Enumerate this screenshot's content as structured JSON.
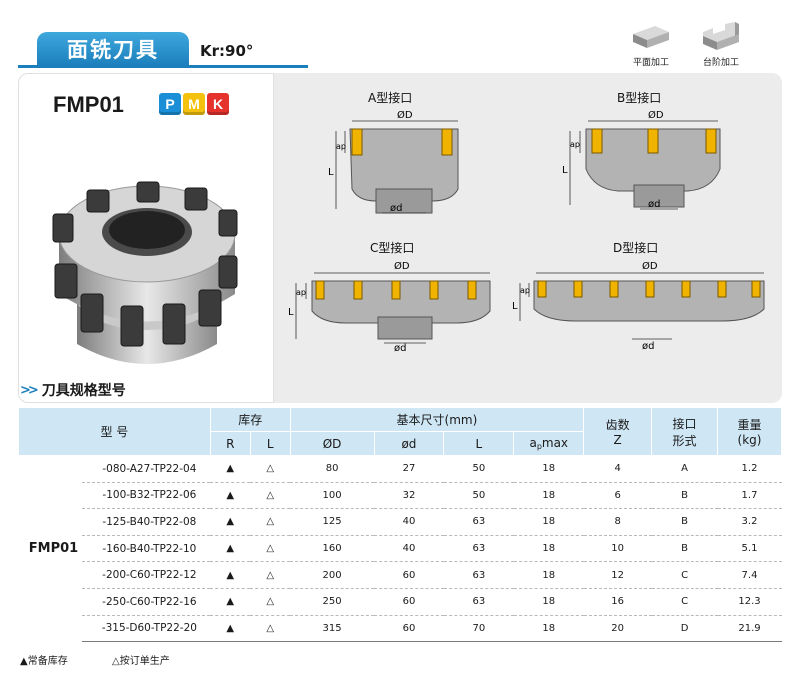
{
  "header": {
    "title": "面铣刀具",
    "kr": "Kr:90°",
    "operations": [
      {
        "label": "平面加工",
        "icon": "face-milling-icon"
      },
      {
        "label": "台阶加工",
        "icon": "shoulder-milling-icon"
      }
    ]
  },
  "product": {
    "model": "FMP01",
    "grades": [
      {
        "letter": "P",
        "color": "#1a8fd8"
      },
      {
        "letter": "M",
        "color": "#f4c20d"
      },
      {
        "letter": "K",
        "color": "#e5322d"
      }
    ]
  },
  "diagrams": {
    "a": {
      "title": "A型接口"
    },
    "b": {
      "title": "B型接口"
    },
    "c": {
      "title": "C型接口"
    },
    "d": {
      "title": "D型接口"
    },
    "dim_D": "ØD",
    "dim_d": "ød",
    "dim_L": "L",
    "dim_ap": "ap"
  },
  "spec": {
    "heading": "刀具规格型号",
    "columns": {
      "model": "型 号",
      "stock": "库存",
      "r": "R",
      "l": "L",
      "basic_dims": "基本尺寸(mm)",
      "D": "ØD",
      "d": "ød",
      "L": "L",
      "ap_a": "a",
      "ap_sub": "p",
      "ap_max": "max",
      "teeth": "齿数",
      "teeth_z": "Z",
      "interface": "接口",
      "interface_type": "形式",
      "weight": "重量",
      "weight_unit": "(kg)"
    },
    "series": "FMP01",
    "rows": [
      {
        "model": "-080-A27-TP22-04",
        "r": "▲",
        "l": "△",
        "D": "80",
        "d": "27",
        "L": "50",
        "ap": "18",
        "z": "4",
        "type": "A",
        "w": "1.2"
      },
      {
        "model": "-100-B32-TP22-06",
        "r": "▲",
        "l": "△",
        "D": "100",
        "d": "32",
        "L": "50",
        "ap": "18",
        "z": "6",
        "type": "B",
        "w": "1.7"
      },
      {
        "model": "-125-B40-TP22-08",
        "r": "▲",
        "l": "△",
        "D": "125",
        "d": "40",
        "L": "63",
        "ap": "18",
        "z": "8",
        "type": "B",
        "w": "3.2"
      },
      {
        "model": "-160-B40-TP22-10",
        "r": "▲",
        "l": "△",
        "D": "160",
        "d": "40",
        "L": "63",
        "ap": "18",
        "z": "10",
        "type": "B",
        "w": "5.1"
      },
      {
        "model": "-200-C60-TP22-12",
        "r": "▲",
        "l": "△",
        "D": "200",
        "d": "60",
        "L": "63",
        "ap": "18",
        "z": "12",
        "type": "C",
        "w": "7.4"
      },
      {
        "model": "-250-C60-TP22-16",
        "r": "▲",
        "l": "△",
        "D": "250",
        "d": "60",
        "L": "63",
        "ap": "18",
        "z": "16",
        "type": "C",
        "w": "12.3"
      },
      {
        "model": "-315-D60-TP22-20",
        "r": "▲",
        "l": "△",
        "D": "315",
        "d": "60",
        "L": "70",
        "ap": "18",
        "z": "20",
        "type": "D",
        "w": "21.9"
      }
    ]
  },
  "footnotes": {
    "stock": "▲常备库存",
    "order": "△按订单生产"
  },
  "colors": {
    "accent": "#1b7fbd",
    "table_header": "#cfe6f4",
    "insert": "#f0b400"
  }
}
